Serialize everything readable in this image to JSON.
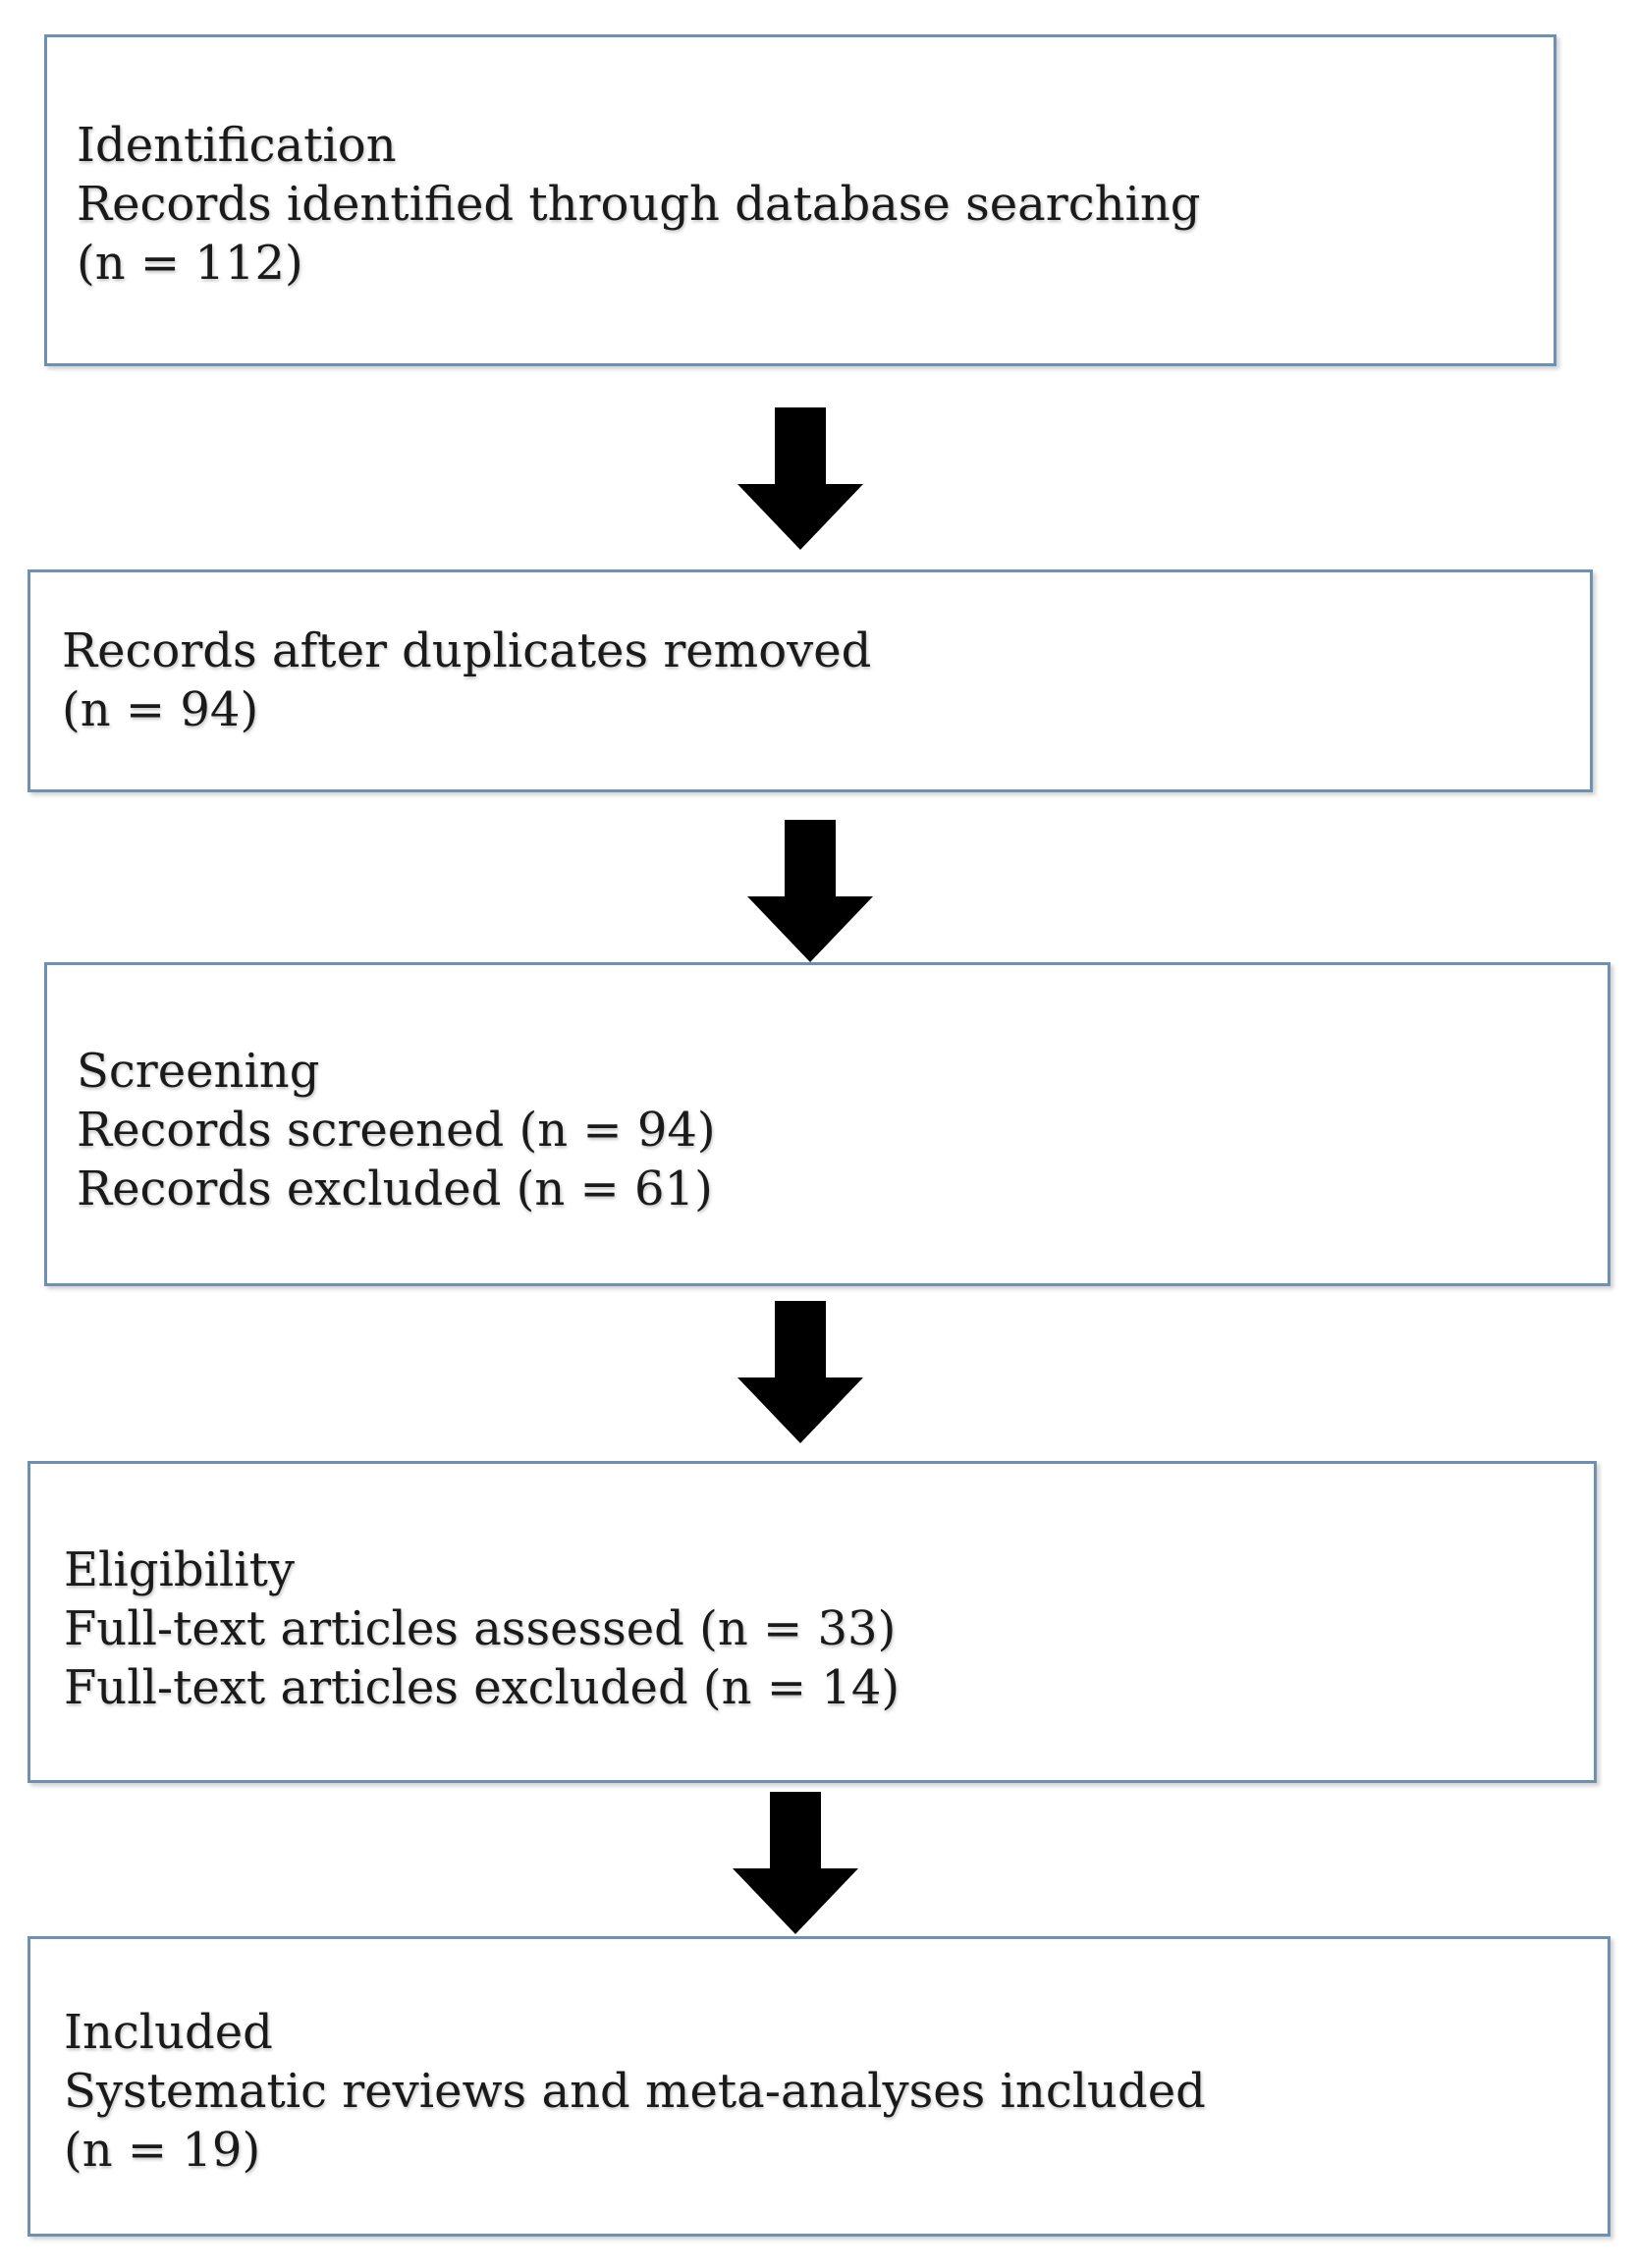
{
  "boxes": [
    {
      "lines": [
        "Identification",
        "Records identified through database searching",
        "(n = 112)"
      ]
    },
    {
      "lines": [
        "Records after duplicates removed",
        "(n = 94)"
      ]
    },
    {
      "lines": [
        "Screening",
        "Records screened (n = 94)",
        "Records excluded (n = 61)"
      ]
    },
    {
      "lines": [
        "Eligibility",
        "Full-text articles assessed  (n = 33)",
        "Full-text articles excluded (n = 14)"
      ]
    },
    {
      "lines": [
        "Included",
        "Systematic reviews and meta-analyses included",
        "(n = 19)"
      ]
    }
  ],
  "colors": {
    "box_border": "#6f8fb3",
    "arrow": "#000000"
  }
}
